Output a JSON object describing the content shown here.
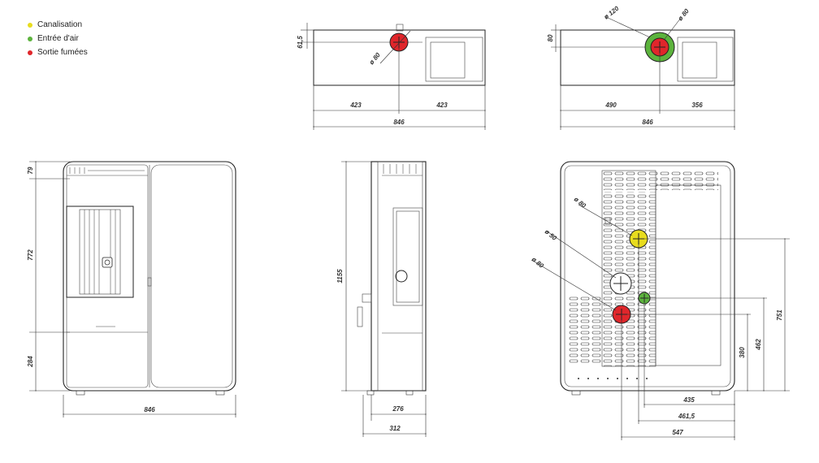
{
  "legend": [
    {
      "label": "Canalisation",
      "color": "#e8dc1e"
    },
    {
      "label": "Entrée d'air",
      "color": "#5cb33d"
    },
    {
      "label": "Sortie fumées",
      "color": "#e0262b"
    }
  ],
  "top_view_1": {
    "diam_smoke": "ø 80",
    "offset": "61,5",
    "left": "423",
    "right": "423",
    "total": "846"
  },
  "top_view_2": {
    "diam_air": "ø 120",
    "diam_smoke": "ø 80",
    "offset": "80",
    "left": "490",
    "right": "356",
    "total": "846"
  },
  "front_view": {
    "h_top": "79",
    "h_mid": "772",
    "h_bottom": "284",
    "width": "846"
  },
  "side_view": {
    "height": "1155",
    "d1": "276",
    "d2": "312"
  },
  "rear_view": {
    "diam_canal": "ø 80",
    "diam_air": "ø 50",
    "diam_smoke": "ø 80",
    "h_yellow": "751",
    "h_green": "462",
    "h_red": "380",
    "w_1": "435",
    "w_2": "461,5",
    "w_3": "547"
  },
  "colors": {
    "yellow": "#e8dc1e",
    "green": "#5cb33d",
    "red": "#e0262b",
    "line": "#222222"
  }
}
